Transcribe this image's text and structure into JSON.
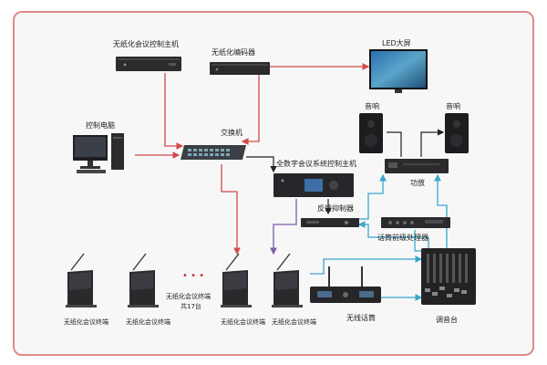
{
  "labels": {
    "paperless_host": "无纸化会议控制主机",
    "paperless_encoder": "无纸化编码器",
    "led_screen": "LED大屏",
    "control_pc": "控制电脑",
    "switch": "交换机",
    "speaker_left": "音响",
    "speaker_right": "音响",
    "digital_host": "全数字会议系统控制主机",
    "amplifier": "功放",
    "feedback_suppressor": "反馈抑制器",
    "mic_processor": "话筒前级处理器",
    "terminal_1": "无纸化会议终端",
    "terminal_2": "无纸化会议终端",
    "terminal_3": "无纸化会议终端",
    "terminal_4": "无纸化会议终端",
    "terminal_note_line1": "无纸化会议终端",
    "terminal_note_line2": "共17台",
    "wireless_mic": "无线话筒",
    "mixer": "调音台",
    "ellipsis": "• • •"
  },
  "colors": {
    "frame_border": "#e08a8a",
    "background": "#f7f7f8",
    "red_line": "#d24a4a",
    "cyan_line": "#3aa7c9",
    "purple_line": "#7b5ea7",
    "black_line": "#222222",
    "device": "#2b2b2e"
  }
}
